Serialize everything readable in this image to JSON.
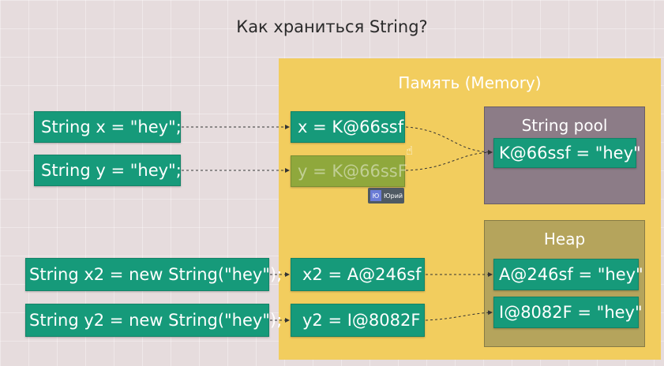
{
  "title": "Как храниться String?",
  "memory": {
    "title": "Память (Memory)",
    "string_pool": {
      "title": "String pool",
      "entry": "K@66ssf = \"hey\""
    },
    "heap": {
      "title": "Heap",
      "entries": [
        "A@246sf = \"hey\"",
        "I@8082F = \"hey\""
      ]
    },
    "refs": [
      "x = K@66ssf",
      "y = K@66ssF",
      "x2 = A@246sf",
      "y2 = I@8082F"
    ]
  },
  "code": [
    "String x = \"hey\";",
    "String y = \"hey\";",
    "String x2 = new String(\"hey\");",
    "String y2 = new String(\"hey\");"
  ],
  "user_badge": {
    "initial": "Ю",
    "name": "Юрий"
  },
  "colors": {
    "memory_bg": "#f2cd5e",
    "box_green": "#169a7a",
    "string_pool_bg": "#8c7c87",
    "heap_bg": "#b5a45c"
  },
  "icons": {
    "cursor": "hand-cursor-icon"
  }
}
